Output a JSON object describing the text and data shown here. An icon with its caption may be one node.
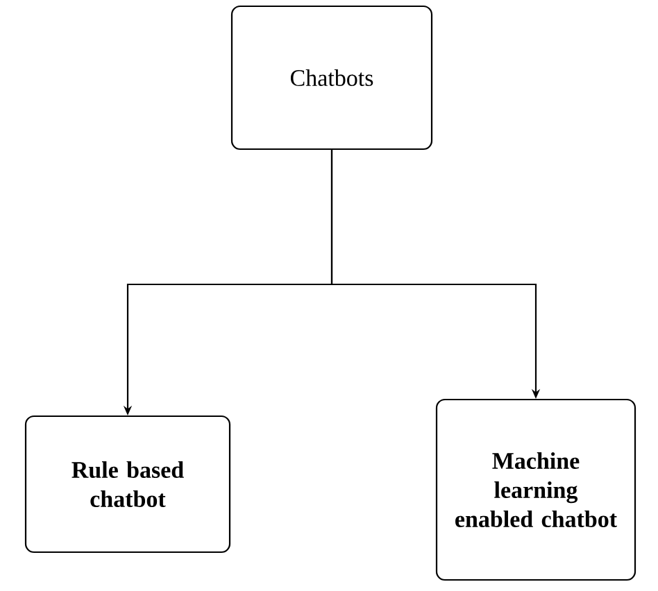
{
  "diagram": {
    "nodes": [
      {
        "text": [
          "Chatbots"
        ]
      },
      {
        "text": [
          "Rule based chatbot"
        ]
      },
      {
        "text": [
          "Machine learning enabled chatbot"
        ]
      }
    ],
    "edges": [
      {
        "from": 0,
        "to": 1,
        "arrow": "to"
      },
      {
        "from": 0,
        "to": 2,
        "arrow": "to"
      }
    ]
  }
}
